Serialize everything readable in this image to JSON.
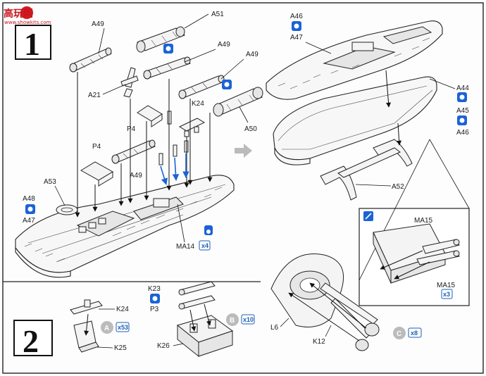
{
  "watermark": {
    "main": "高玩网",
    "sub": "www.showkits.com"
  },
  "steps": {
    "step1": "1",
    "step2": "2"
  },
  "colors": {
    "accent_blue": "#1a63d6",
    "marker_grey": "#bbbbbb"
  },
  "labels": {
    "a51": "A51",
    "a49_top": "A49",
    "a49_top2": "A49",
    "a49_right": "A49",
    "a21": "A21",
    "k24_top": "K24",
    "p4_mid": "P4",
    "p4_left": "P4",
    "a50": "A50",
    "a49_mid": "A49",
    "a53": "A53",
    "a48": "A48",
    "a47_left": "A47",
    "ma14": "MA14",
    "x4": "x4",
    "a46_top": "A46",
    "a47_top": "A47",
    "a44": "A44",
    "a45": "A45",
    "a46_right": "A46",
    "a52": "A52",
    "ma15_a": "MA15",
    "ma15_b": "MA15",
    "x3": "x3",
    "k24_bottom": "K24",
    "k25": "K25",
    "k23": "K23",
    "p3": "P3",
    "k26": "K26",
    "l6": "L6",
    "k12": "K12"
  },
  "sub_assemblies": [
    {
      "letter": "A",
      "qty": "x53"
    },
    {
      "letter": "B",
      "qty": "x10"
    },
    {
      "letter": "C",
      "qty": "x8"
    }
  ]
}
